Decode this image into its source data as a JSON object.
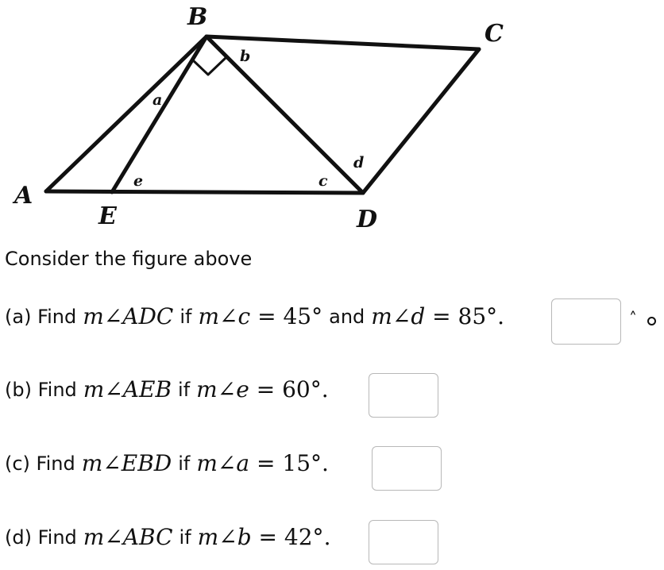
{
  "figure": {
    "points": {
      "A": "A",
      "B": "B",
      "C": "C",
      "D": "D",
      "E": "E"
    },
    "angles": {
      "a": "a",
      "b": "b",
      "c": "c",
      "d": "d",
      "e": "e"
    }
  },
  "intro": "Consider the figure above",
  "questions": [
    {
      "prefix": "(a) Find",
      "target": "ADC",
      "given": [
        {
          "var": "c",
          "val": "45°"
        },
        {
          "var": "d",
          "val": "85°"
        }
      ]
    },
    {
      "prefix": "(b) Find",
      "target": "AEB",
      "given": [
        {
          "var": "e",
          "val": "60°"
        }
      ]
    },
    {
      "prefix": "(c) Find",
      "target": "EBD",
      "given": [
        {
          "var": "a",
          "val": "15°"
        }
      ]
    },
    {
      "prefix": "(d) Find",
      "target": "ABC",
      "given": [
        {
          "var": "b",
          "val": "42°"
        }
      ]
    }
  ],
  "words": {
    "if": "if",
    "and": "and",
    "m": "m",
    "angle": "∠",
    "equals": "=",
    "period": "."
  },
  "icons": {
    "caret": "caret-up-icon",
    "circle": "circle-icon"
  }
}
